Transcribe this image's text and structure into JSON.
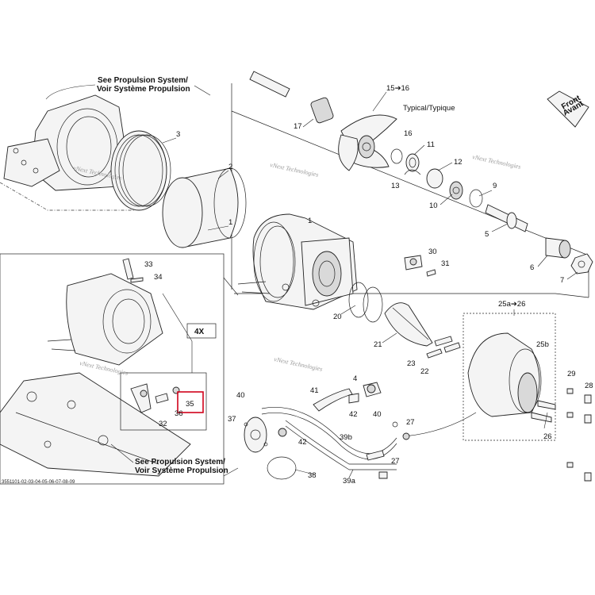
{
  "references": {
    "top": [
      "See Propulsion System/",
      "Voir Système Propulsion"
    ],
    "bottom": [
      "See Propulsion System/",
      "Voir Système Propulsion"
    ]
  },
  "front_arrow": [
    "Front",
    "Avant"
  ],
  "typical_label": "Typical/Typique",
  "watermark": "vNext Technologies",
  "inset_multiplier": "4X",
  "drawing_code": "3551101-02-03-04-05-06-07-08-09",
  "highlight_color": "#d0021b",
  "highlighted_part": "35",
  "parts": {
    "p1": "1",
    "p2": "2",
    "p3": "3",
    "p4": "4",
    "p5": "5",
    "p6": "6",
    "p7": "7",
    "p9": "9",
    "p10": "10",
    "p11": "11",
    "p12": "12",
    "p13": "13",
    "p15_16": "15➔16",
    "p16": "16",
    "p17": "17",
    "p20": "20",
    "p21": "21",
    "p22": "22",
    "p23": "23",
    "p25a_26": "25a➔26",
    "p25b": "25b",
    "p26": "26",
    "p27a": "27",
    "p27b": "27",
    "p28": "28",
    "p29": "29",
    "p30": "30",
    "p31": "31",
    "p32": "32",
    "p33": "33",
    "p34": "34",
    "p35": "35",
    "p36": "36",
    "p37": "37",
    "p38": "38",
    "p39a": "39a",
    "p39b": "39b",
    "p40a": "40",
    "p40b": "40",
    "p41": "41",
    "p42a": "42",
    "p42b": "42"
  }
}
